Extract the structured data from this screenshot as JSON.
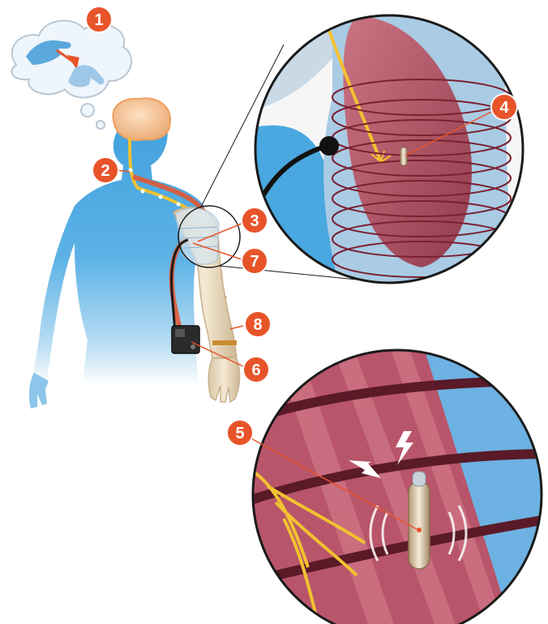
{
  "colors": {
    "body": "#4aa8e0",
    "muscle": "#b5414f",
    "nerve": "#f2c230",
    "badge": "#e8542a",
    "coil": "#6b1f2d",
    "prosthesis": "#e9d9bf",
    "brain": "#f3b982"
  },
  "callouts": [
    {
      "id": "1",
      "label": "1"
    },
    {
      "id": "2",
      "label": "2"
    },
    {
      "id": "3",
      "label": "3"
    },
    {
      "id": "4",
      "label": "4"
    },
    {
      "id": "5",
      "label": "5"
    },
    {
      "id": "6",
      "label": "6"
    },
    {
      "id": "7",
      "label": "7"
    },
    {
      "id": "8",
      "label": "8"
    }
  ],
  "icons": [
    "thought-bubble-icon",
    "hand-icon",
    "brain-icon",
    "implant-sensor-icon",
    "wireless-signal-icon",
    "control-unit-icon",
    "prosthetic-hand-icon"
  ]
}
